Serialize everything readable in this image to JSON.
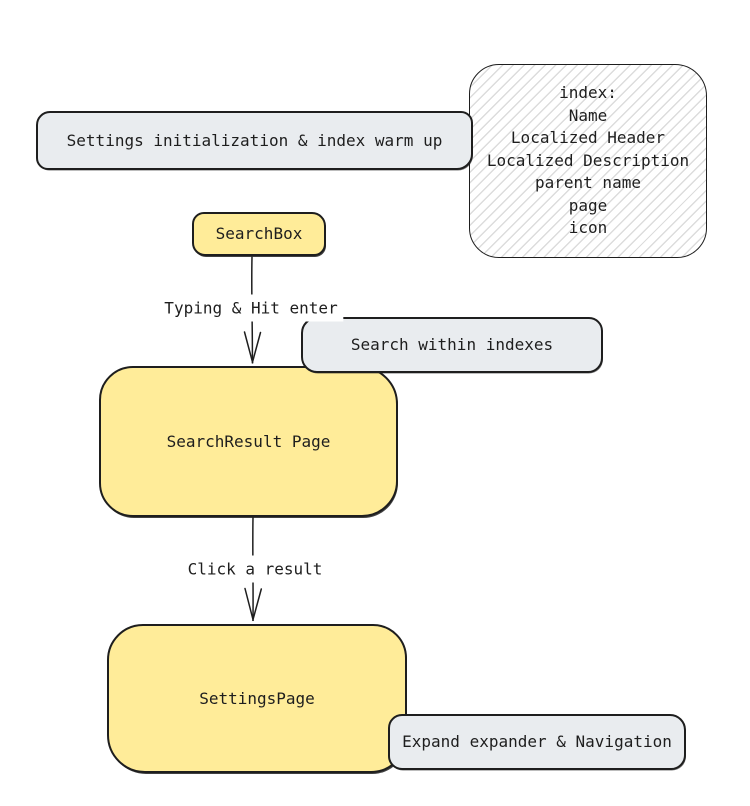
{
  "colors": {
    "background": "#ffffff",
    "stroke": "#1e1e1e",
    "text": "#1e1e1e",
    "node_yellow": "#ffec99",
    "node_gray": "#e9ecef",
    "hatch_line": "#dcdcdc"
  },
  "nodes": {
    "settings_init": {
      "label": "Settings initialization & index warm up"
    },
    "index_note": {
      "lines": [
        "index:",
        "Name",
        "Localized Header",
        "Localized Description",
        "parent name",
        "page",
        "icon"
      ]
    },
    "searchbox": {
      "label": "SearchBox"
    },
    "search_within": {
      "label": "Search within indexes"
    },
    "searchresult": {
      "label": "SearchResult Page"
    },
    "settingspage": {
      "label": "SettingsPage"
    },
    "expand_nav": {
      "label": "Expand expander & Navigation"
    }
  },
  "arrows": {
    "typing": {
      "label": "Typing & Hit enter"
    },
    "click": {
      "label": "Click a result"
    }
  }
}
